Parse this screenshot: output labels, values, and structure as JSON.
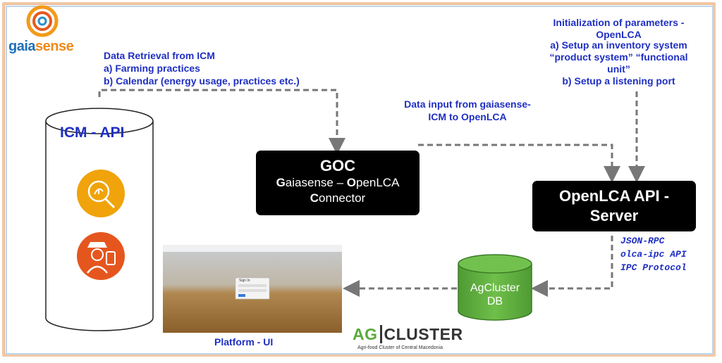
{
  "logo": {
    "part1": "gaia",
    "part2": "sense"
  },
  "icm": {
    "title": "Data Retrieval from ICM",
    "items": [
      "a)  Farming practices",
      "b)  Calendar (energy usage, practices etc.)"
    ]
  },
  "init": {
    "title_line1": "Initialization of parameters -",
    "title_line2": "OpenLCA",
    "a_line1": "a)  Setup an inventory system",
    "a_line2": "“product system” “functional",
    "a_line3": "unit”",
    "b": "b)  Setup a listening port"
  },
  "data_input": {
    "line1": "Data input from gaiasense-",
    "line2": "ICM to OpenLCA"
  },
  "icm_api": {
    "title": "ICM - API"
  },
  "goc": {
    "title": "GOC",
    "line1_b1": "G",
    "line1_n1": "aiasense – ",
    "line1_b2": "O",
    "line1_n2": "penLCA",
    "line2_b": "C",
    "line2_n": "onnector"
  },
  "server": {
    "line1": "OpenLCA API -",
    "line2": "Server"
  },
  "protocols": [
    "JSON-RPC",
    "olca-ipc API",
    "IPC Protocol"
  ],
  "db": {
    "line1": "AgCluster",
    "line2": "DB"
  },
  "platform": {
    "label": "Platform - UI",
    "window_title": "Sign In"
  },
  "agcluster": {
    "ag": "AG",
    "cluster": "CLUSTER",
    "subtitle": "Agri-food Cluster of Central Macedonia"
  },
  "colors": {
    "text_blue": "#1f2fc2",
    "db_green": "#5aaa3c",
    "icon_orange": "#f0a30a",
    "icon_red": "#e5561f"
  }
}
